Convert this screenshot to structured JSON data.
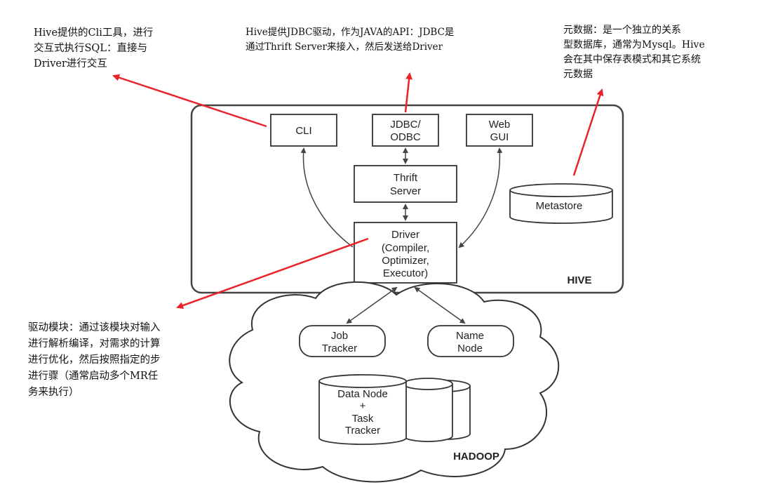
{
  "annotations": {
    "cli_note": [
      "Hive提供的Cli工具，进行",
      "交互式执行SQL：直接与",
      "Driver进行交互"
    ],
    "jdbc_note": [
      "Hive提供JDBC驱动，作为JAVA的API：JDBC是",
      "通过Thrift Server来接入，然后发送给Driver"
    ],
    "metastore_note": [
      "元数据：是一个独立的关系",
      "型数据库，通常为Mysql。Hive",
      "会在其中保存表模式和其它系统",
      "元数据"
    ],
    "driver_note": [
      "驱动模块：通过该模块对输入",
      "进行解析编译，对需求的计算",
      "进行优化，然后按照指定的步",
      "进行骤（通常启动多个MR任",
      "务来执行）"
    ]
  },
  "hive": {
    "label": "HIVE",
    "cli": "CLI",
    "jdbc": [
      "JDBC/",
      "ODBC"
    ],
    "web": [
      "Web",
      "GUI"
    ],
    "thrift": [
      "Thrift",
      "Server"
    ],
    "driver": [
      "Driver",
      "(Compiler,",
      "Optimizer,",
      "Executor)"
    ],
    "metastore": "Metastore"
  },
  "hadoop": {
    "label": "HADOOP",
    "job_tracker": [
      "Job",
      "Tracker"
    ],
    "name_node": [
      "Name",
      "Node"
    ],
    "data_node": [
      "Data Node",
      "+",
      "Task",
      "Tracker"
    ]
  },
  "colors": {
    "arrow": "#e8232a",
    "line": "#333333"
  }
}
